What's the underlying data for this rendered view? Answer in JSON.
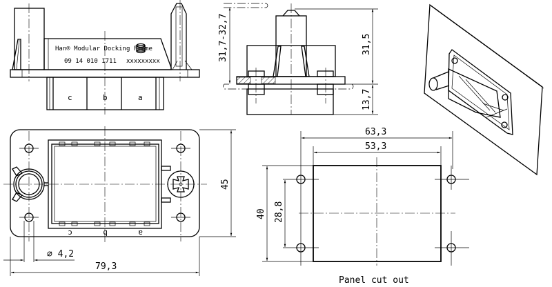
{
  "front_view": {
    "product_name": "Han® Modular Docking Frame",
    "part_number": "09 14 010 1711",
    "lot_code": "xxxxxxxxx",
    "module_labels": [
      "c",
      "b",
      "a"
    ]
  },
  "side_view": {
    "dim_height_range": "31,7-32,7",
    "dim_height": "31,5",
    "dim_depth": "13,7"
  },
  "top_view": {
    "dim_width": "79,3",
    "dim_height": "45",
    "dim_hole": "∅ 4,2",
    "module_labels_mirrored": [
      "c",
      "b",
      "a"
    ]
  },
  "panel_cutout": {
    "caption": "Panel cut out",
    "dim_hole_spacing_x": "63,3",
    "dim_cutout_width": "53,3",
    "dim_cutout_height": "40",
    "dim_hole_spacing_y": "28,8"
  },
  "iso_view": {
    "description": "isometric-mounted-frame"
  }
}
